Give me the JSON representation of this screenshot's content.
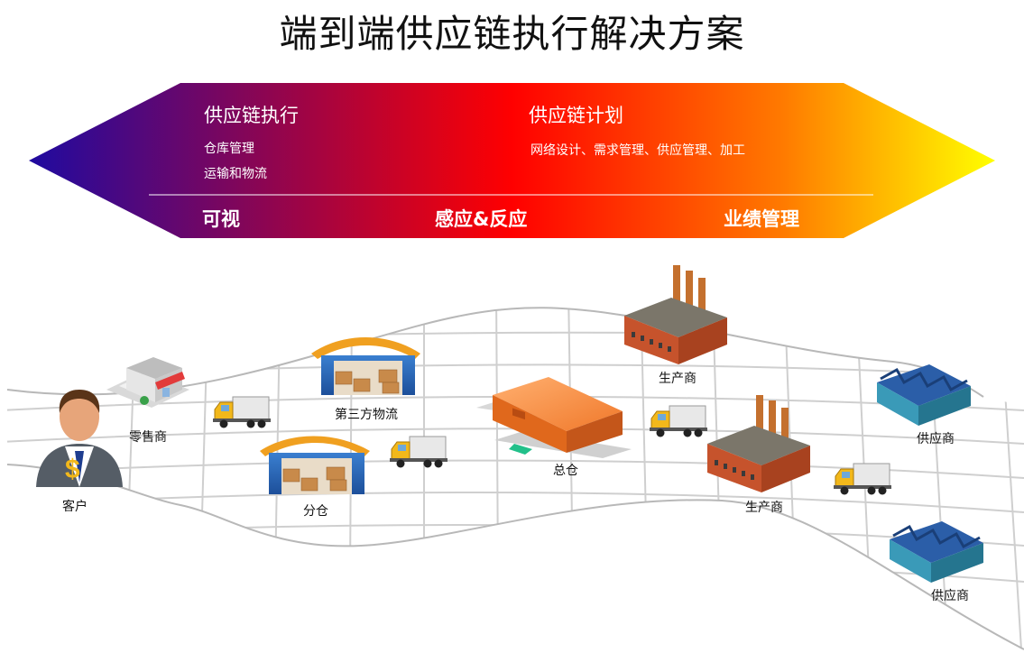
{
  "title": "端到端供应链执行解决方案",
  "banner": {
    "execution": {
      "heading": "供应链执行",
      "items": [
        "仓库管理",
        "运输和物流"
      ]
    },
    "planning": {
      "heading": "供应链计划",
      "items": "网络设计、需求管理、供应管理、加工"
    },
    "bottom": [
      "可视",
      "感应&反应",
      "业绩管理"
    ],
    "colors": {
      "start": "#1f0aa0",
      "mid": "#ff0000",
      "end": "#ffff00"
    }
  },
  "nodes": {
    "customer": "客户",
    "retailer": "零售商",
    "third_party": "第三方物流",
    "branch": "分仓",
    "main": "总仓",
    "producer_top": "生产商",
    "producer_bottom": "生产商",
    "supplier_top": "供应商",
    "supplier_bottom": "供应商"
  }
}
